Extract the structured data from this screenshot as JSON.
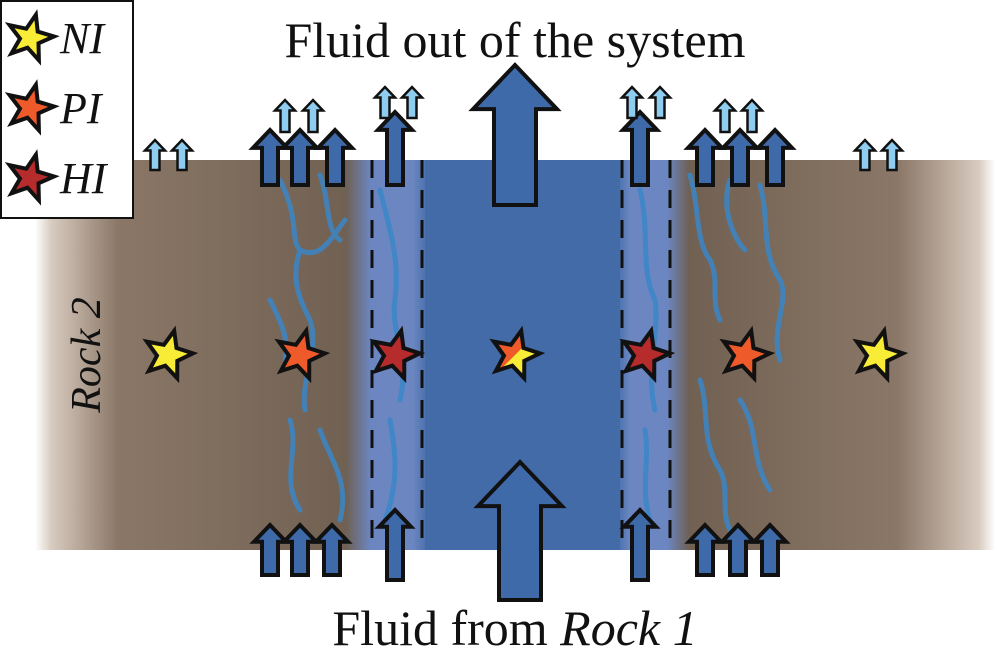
{
  "title_top": "Fluid out of the system",
  "title_bottom": {
    "prefix": "Fluid from ",
    "italic": "Rock 1"
  },
  "rock_label": "Rock 2",
  "legend": {
    "items": [
      {
        "key": "NI",
        "color": "#f9ec36"
      },
      {
        "key": "PI",
        "color": "#ef5a2b"
      },
      {
        "key": "HI",
        "color": "#b62b2c"
      }
    ]
  },
  "colors": {
    "rock": "#6f5f50",
    "rock_fade": "#ffffff",
    "fluid_channel": "#426ba7",
    "halo": "#6b86c0",
    "fracture": "#3a86c8",
    "big_arrow": "#3f6aaa",
    "small_arrow": "#8ecdf0",
    "outline": "#111111"
  },
  "zones": [
    {
      "name": "rock-left",
      "star": "NI"
    },
    {
      "name": "fractured-left",
      "star": "PI"
    },
    {
      "name": "halo-left",
      "star": "HI"
    },
    {
      "name": "channel",
      "star": "PI/NI"
    },
    {
      "name": "halo-right",
      "star": "HI"
    },
    {
      "name": "fractured-right",
      "star": "PI"
    },
    {
      "name": "rock-right",
      "star": "NI"
    }
  ]
}
